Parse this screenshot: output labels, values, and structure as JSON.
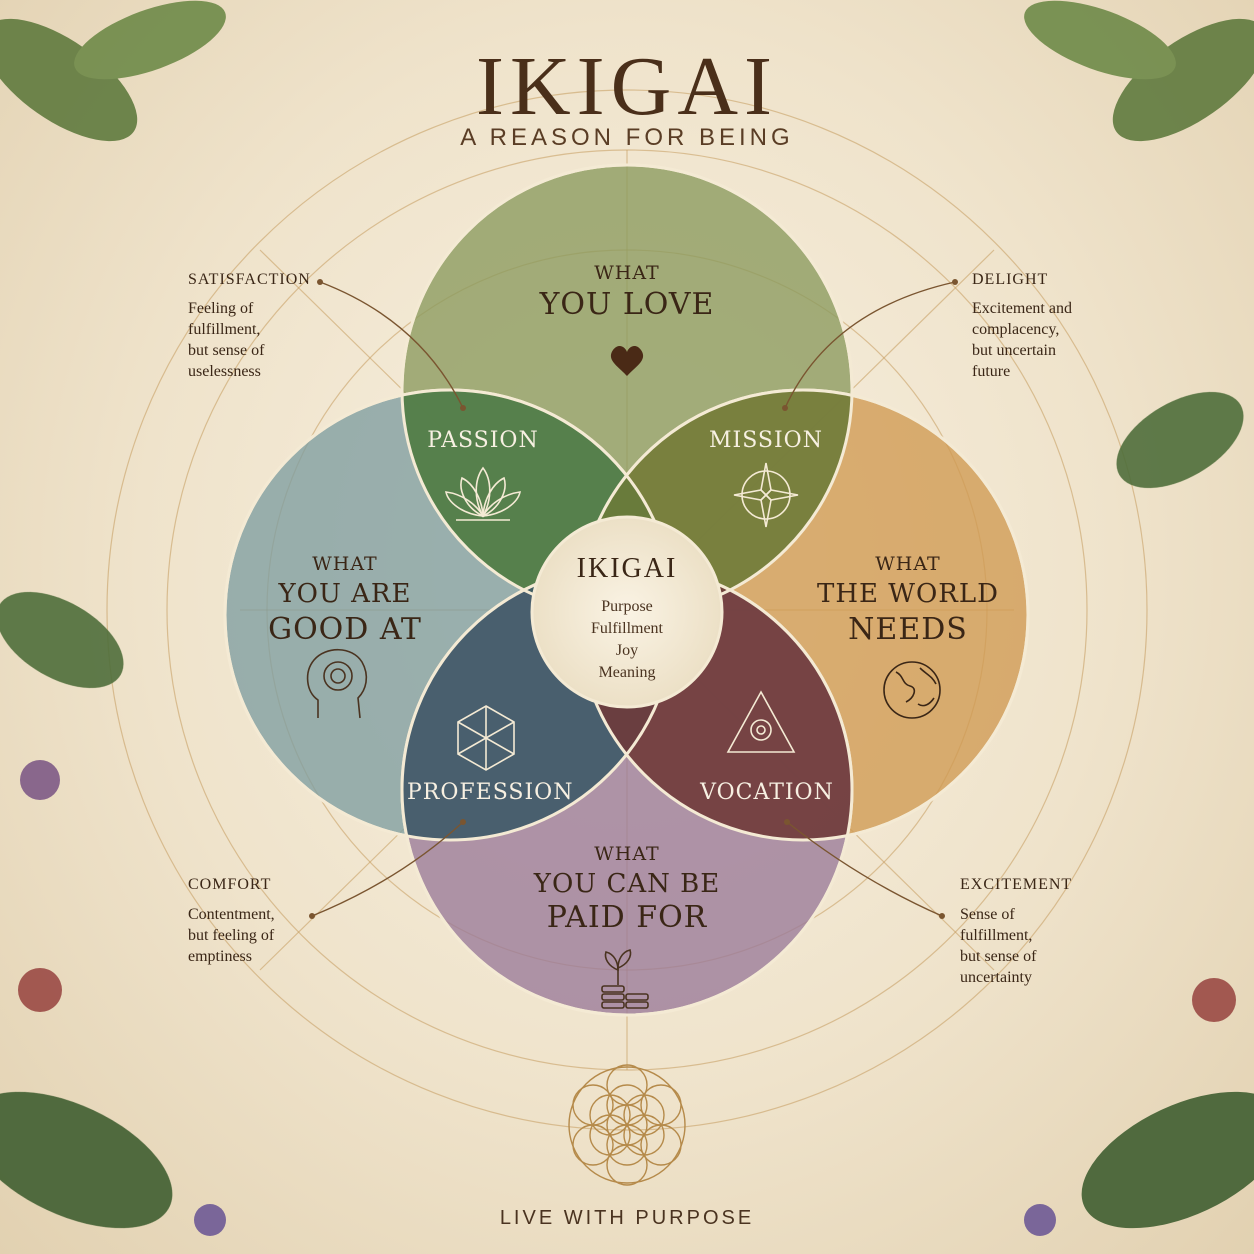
{
  "header": {
    "title": "IKIGAI",
    "subtitle": "A REASON FOR BEING"
  },
  "circles": {
    "love": {
      "line1": "WHAT",
      "line2": "YOU LOVE",
      "color": "#8a9a5e",
      "icon": "heart-icon"
    },
    "good": {
      "line1": "WHAT",
      "line2": "YOU ARE",
      "line3": "GOOD AT",
      "color": "#7f9ea0",
      "icon": "head-icon"
    },
    "world": {
      "line1": "WHAT",
      "line2": "THE WORLD",
      "line3": "NEEDS",
      "color": "#cf9a52",
      "icon": "globe-icon"
    },
    "paid": {
      "line1": "WHAT",
      "line2": "YOU CAN BE",
      "line3": "PAID FOR",
      "color": "#9a7a98",
      "icon": "coins-plant-icon"
    }
  },
  "intersections": {
    "passion": {
      "label": "PASSION",
      "color": "#4e7a3e",
      "icon": "lotus-icon"
    },
    "mission": {
      "label": "MISSION",
      "color": "#6b7a3a",
      "icon": "compass-icon"
    },
    "profession": {
      "label": "PROFESSION",
      "color": "#3e5a68",
      "icon": "cube-icon"
    },
    "vocation": {
      "label": "VOCATION",
      "color": "#6e3a3a",
      "icon": "triangle-icon"
    }
  },
  "center": {
    "title": "IKIGAI",
    "words": [
      "Purpose",
      "Fulfillment",
      "Joy",
      "Meaning"
    ]
  },
  "annotations": {
    "satisfaction": {
      "head": "SATISFACTION",
      "body": "Feeling of\nfulfillment,\nbut sense of\nuselessness"
    },
    "delight": {
      "head": "DELIGHT",
      "body": "Excitement and\ncomplacency,\nbut uncertain\nfuture"
    },
    "comfort": {
      "head": "COMFORT",
      "body": "Contentment,\nbut feeling of\nemptiness"
    },
    "excitement": {
      "head": "EXCITEMENT",
      "body": "Sense of\nfulfillment,\nbut sense of\nuncertainty"
    }
  },
  "footer": {
    "tagline": "LIVE WITH PURPOSE",
    "emblem": "flower-of-life-icon"
  },
  "accent": "#b58a4a"
}
